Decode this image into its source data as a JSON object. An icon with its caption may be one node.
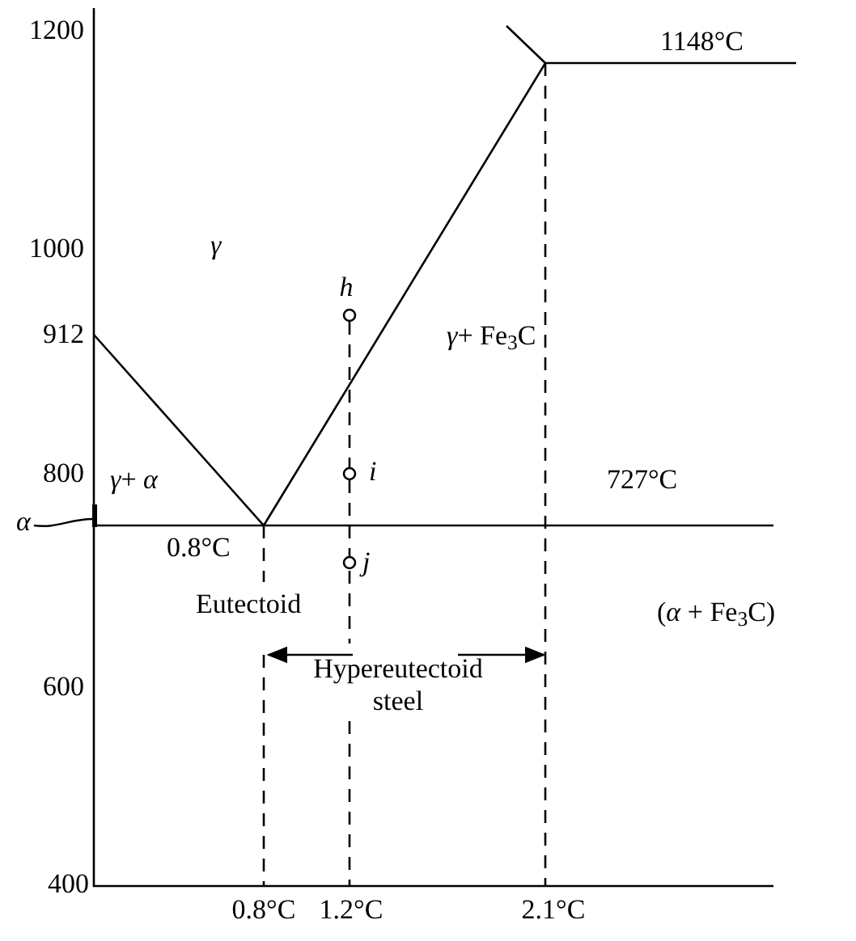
{
  "diagram": {
    "nodes": [
      {
        "text": [
          "α"
        ]
      },
      {
        "text": [],
        "shape": "bar"
      }
    ],
    "edges": [
      {
        "from": 0,
        "to": 1,
        "arrow": "none"
      }
    ],
    "labels": [
      "1200",
      "1148°C",
      "1000",
      "*γ*",
      "*h*",
      "912",
      "*γ*+ Fe$_{3}$C",
      "800",
      "*γ*+ *α*",
      "*i*",
      "727°C",
      "0.8°C",
      "*j*",
      "Eutectoid",
      "(*α* + Fe$_{3}$C)",
      "600",
      "Hypereutectoid steel",
      "400",
      "0.8°C",
      "1.2°C",
      "2.1°C"
    ]
  }
}
